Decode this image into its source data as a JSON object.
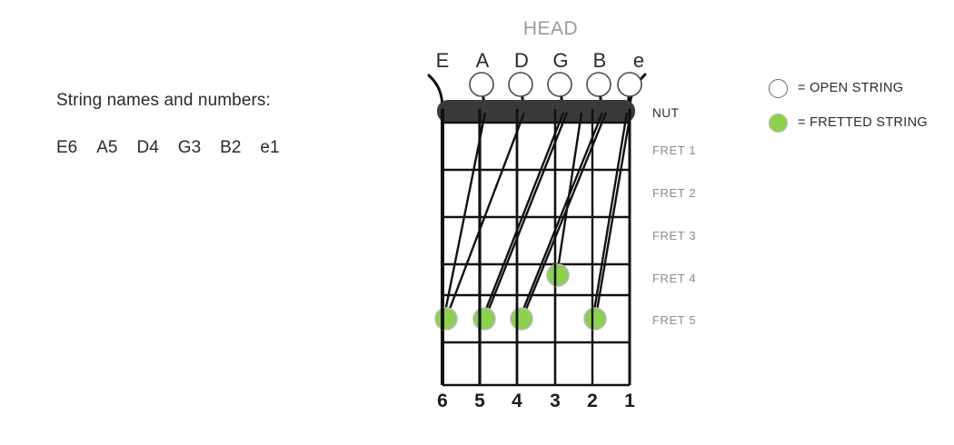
{
  "page": {
    "title": "Guitar string names and numbers",
    "background_color": "#ffffff"
  },
  "colors": {
    "fretted_green": "#8DD04E",
    "fretted_outline": "#b9b9b9",
    "open_circle_stroke": "#666666",
    "nut_fill": "#3a3a3a",
    "board_line": "#111111",
    "head_label_gray": "#9a9a9a",
    "fret_label_gray": "#8c8c8c",
    "text_dark": "#2b2b2b"
  },
  "left_panel": {
    "title": "String names and numbers:",
    "string_names": [
      "E6",
      "A5",
      "D4",
      "G3",
      "B2",
      "e1"
    ]
  },
  "diagram": {
    "head_label": "HEAD",
    "string_letters": [
      "E",
      "A",
      "D",
      "G",
      "B",
      "e"
    ],
    "string_numbers": [
      "6",
      "5",
      "4",
      "3",
      "2",
      "1"
    ],
    "row_labels": [
      "NUT",
      "FRET 1",
      "FRET 2",
      "FRET 3",
      "FRET 4",
      "FRET 5"
    ],
    "open_string_markers": [
      {
        "string_letter": "A",
        "string_number": "5"
      },
      {
        "string_letter": "D",
        "string_number": "4"
      },
      {
        "string_letter": "G",
        "string_number": "3"
      },
      {
        "string_letter": "B",
        "string_number": "2"
      },
      {
        "string_letter": "e",
        "string_number": "1"
      }
    ],
    "fretted_markers": [
      {
        "string_number": "6",
        "string_letter": "E",
        "fret": 5
      },
      {
        "string_number": "5",
        "string_letter": "A",
        "fret": 5
      },
      {
        "string_number": "4",
        "string_letter": "D",
        "fret": 5
      },
      {
        "string_number": "3",
        "string_letter": "G",
        "fret": 4
      },
      {
        "string_number": "2",
        "string_letter": "B",
        "fret": 5
      }
    ]
  },
  "legend": {
    "items": [
      {
        "marker": "open-circle",
        "label": "= OPEN STRING"
      },
      {
        "marker": "filled-green-circle",
        "label": "= FRETTED STRING"
      }
    ]
  }
}
